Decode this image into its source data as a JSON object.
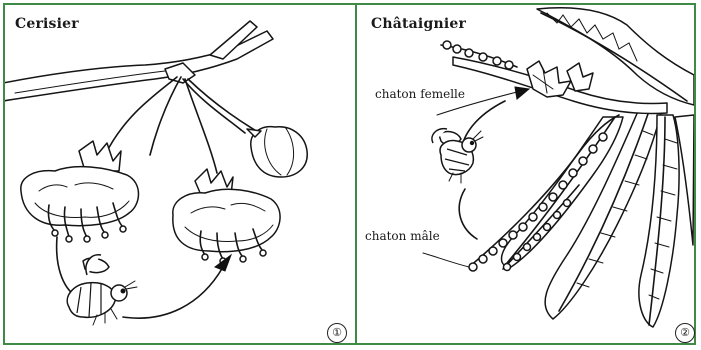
{
  "panels": [
    {
      "title": "Cerisier",
      "number": "①"
    },
    {
      "title": "Châtaignier",
      "number": "②",
      "labels": {
        "female": "chaton femelle",
        "male": "chaton mâle"
      }
    }
  ],
  "colors": {
    "border": "#3f8b45",
    "ink": "#151515"
  },
  "icons": [
    "bee-icon",
    "arrow-icon",
    "cherry-blossom-icon",
    "chestnut-leaf-icon",
    "catkin-icon"
  ]
}
